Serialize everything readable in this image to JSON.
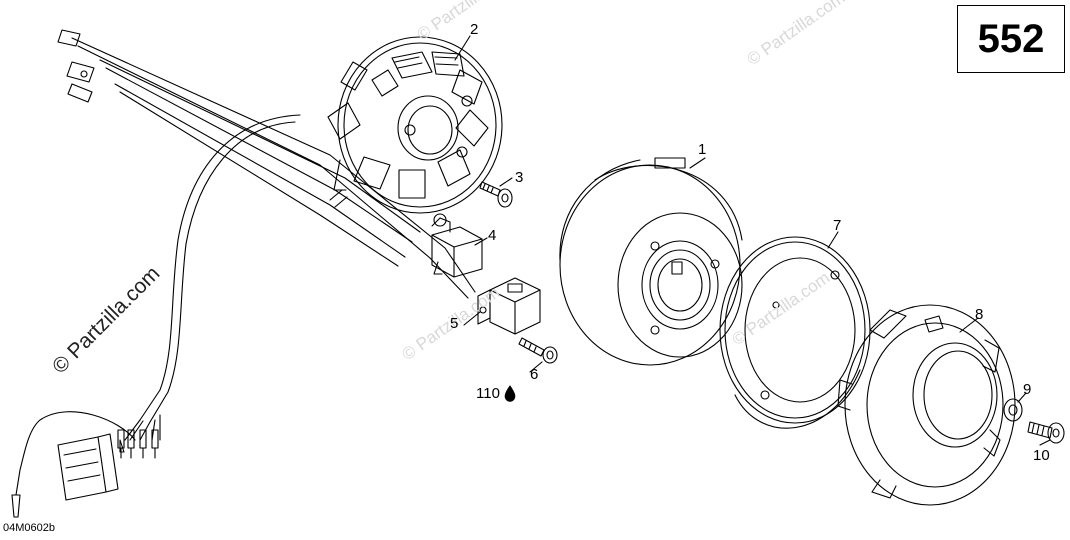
{
  "page_number": "552",
  "figure_code": "04M0602b",
  "watermarks": {
    "main": "© Partzilla.com",
    "faint": "© Partzilla.com"
  },
  "callouts": [
    "1",
    "2",
    "3",
    "4",
    "5",
    "6",
    "7",
    "8",
    "9",
    "10",
    "110"
  ]
}
